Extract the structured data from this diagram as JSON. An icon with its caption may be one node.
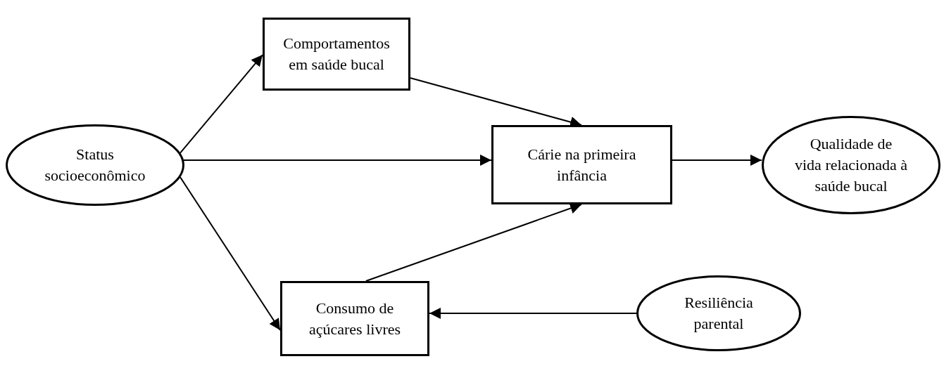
{
  "diagram": {
    "nodes": [
      {
        "text": [
          "Status socioeconômico"
        ]
      },
      {
        "text": [
          "Comportamentos em saúde bucal"
        ]
      },
      {
        "text": [
          "Cárie na primeira infância"
        ]
      },
      {
        "text": [
          "Qualidade de vida relacionada à saúde bucal"
        ]
      },
      {
        "text": [
          "Consumo de açúcares livres"
        ]
      },
      {
        "text": [
          "Resiliência parental"
        ]
      }
    ],
    "edges": [
      {
        "from": 0,
        "to": 1,
        "arrow": "to"
      },
      {
        "from": 0,
        "to": 2,
        "arrow": "to"
      },
      {
        "from": 0,
        "to": 4,
        "arrow": "to"
      },
      {
        "from": 1,
        "to": 2,
        "arrow": "to"
      },
      {
        "from": 4,
        "to": 2,
        "arrow": "to"
      },
      {
        "from": 2,
        "to": 3,
        "arrow": "to"
      },
      {
        "from": 5,
        "to": 4,
        "arrow": "to"
      }
    ]
  }
}
